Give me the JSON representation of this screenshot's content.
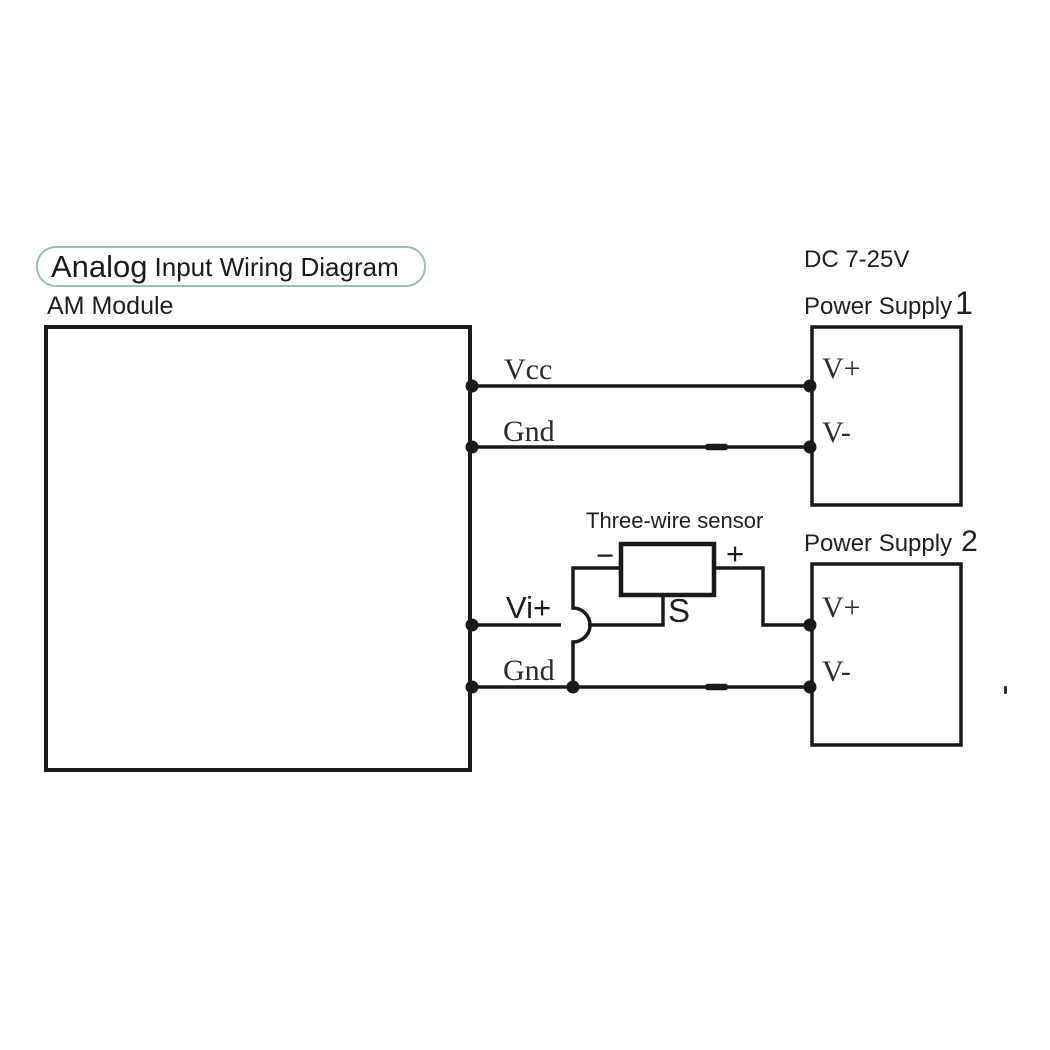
{
  "title": {
    "emphasis": "Analog",
    "rest": "Input Wiring Diagram"
  },
  "am_module": {
    "label": "AM Module",
    "terminals": {
      "vcc": "Vcc",
      "gnd_top": "Gnd",
      "vi_plus": "Vi+",
      "gnd_bottom": "Gnd"
    }
  },
  "power_supply_1": {
    "rating": "DC 7-25V",
    "name": "Power Supply",
    "number": "1",
    "terminals": {
      "v_plus": "V+",
      "v_minus": "V-"
    }
  },
  "power_supply_2": {
    "name": "Power Supply",
    "number": "2",
    "terminals": {
      "v_plus": "V+",
      "v_minus": "V-"
    }
  },
  "sensor": {
    "label": "Three-wire sensor",
    "terminals": {
      "minus": "−",
      "plus": "+",
      "signal": "S"
    }
  },
  "colors": {
    "background": "#ffffff",
    "line": "#1a1a1a",
    "title_highlight_border": "#96c2a8",
    "text": "#1f1f1f"
  }
}
